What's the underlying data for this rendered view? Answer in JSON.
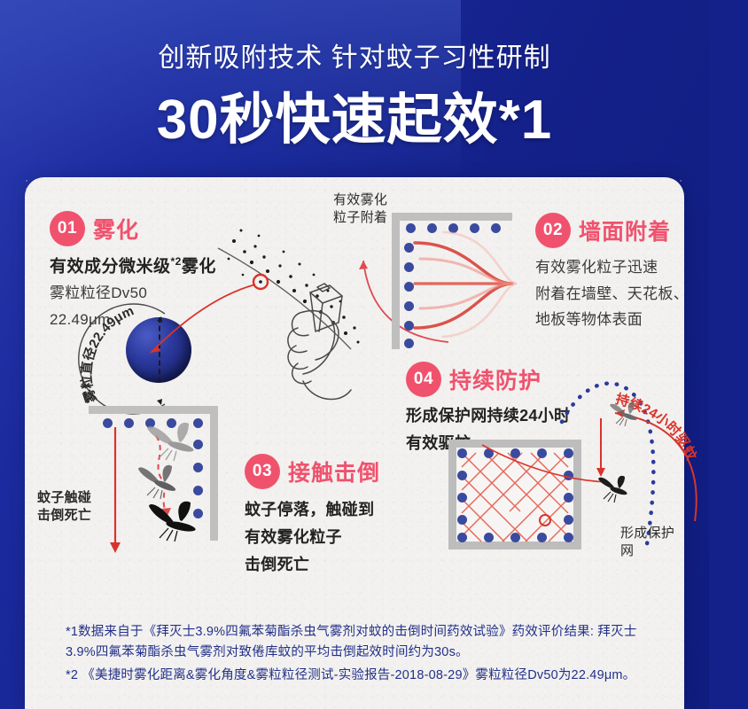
{
  "theme": {
    "bg_deep_blue": "#14218a",
    "accent_pink": "#f0526e",
    "accent_red": "#d8342c",
    "dot_navy": "#3a4a9e",
    "card_bg": "#f2f1ef",
    "note_blue": "#223089"
  },
  "header": {
    "subtitle": "创新吸附技术 针对蚊子习性研制",
    "title": "30秒快速起效*1"
  },
  "steps": [
    {
      "number": "01",
      "title": "雾化",
      "lead": "有效成分微米级",
      "lead_sup": "*2",
      "lead_tail": "雾化",
      "body_lines": [
        "雾粒粒径Dv50",
        "22.49μm"
      ]
    },
    {
      "number": "02",
      "title": "墙面附着",
      "body_lines": [
        "有效雾化粒子迅速",
        "附着在墙壁、天花板、",
        "地板等物体表面"
      ]
    },
    {
      "number": "03",
      "title": "接触击倒",
      "body_lines": [
        "蚊子停落，触碰到",
        "有效雾化粒子",
        "击倒死亡"
      ]
    },
    {
      "number": "04",
      "title": "持续防护",
      "body_lines": [
        "形成保护网持续24小时",
        "有效驱蚊"
      ]
    }
  ],
  "annotations": {
    "sphere_arc_label": "雾粒直径22.49μm",
    "spray_attach": [
      "有效雾化",
      "粒子附着"
    ],
    "mosquito_knockdown": [
      "蚊子触碰",
      "击倒死亡"
    ],
    "repel_arc_label": "持续24小时驱蚊",
    "net_label": "形成保护网"
  },
  "footnotes": {
    "note1": "*1数据来自于《拜灭士3.9%四氟苯菊酯杀虫气雾剂对蚊的击倒时间药效试验》药效评价结果: 拜灭士3.9%四氟苯菊酯杀虫气雾剂对致倦库蚊的平均击倒起效时间约为30s。",
    "note2": "*2 《美捷时雾化距离&雾化角度&雾粒粒径测试-实验报告-2018-08-29》雾粒粒径Dv50为22.49μm。"
  }
}
